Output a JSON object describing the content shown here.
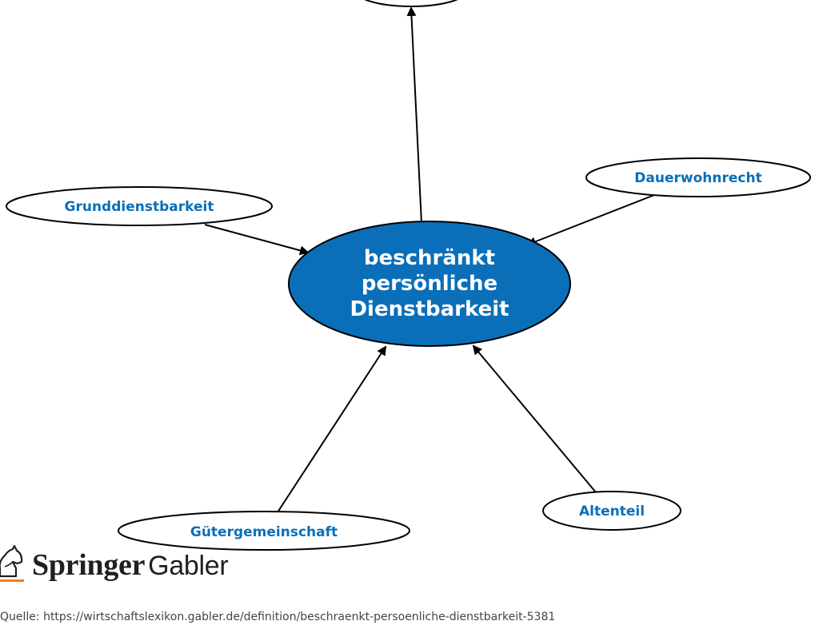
{
  "diagram": {
    "center": {
      "lines": [
        "beschränkt",
        "persönliche",
        "Dienstbarkeit"
      ],
      "fill": "#0a6fb8",
      "text_color": "#ffffff"
    },
    "nodes": [
      {
        "id": "top",
        "label": ""
      },
      {
        "id": "grunddienstbarkeit",
        "label": "Grunddienstbarkeit"
      },
      {
        "id": "dauerwohnrecht",
        "label": "Dauerwohnrecht"
      },
      {
        "id": "guetergemeinschaft",
        "label": "Gütergemeinschaft"
      },
      {
        "id": "altenteil",
        "label": "Altenteil"
      }
    ],
    "label_color": "#0a6fb8"
  },
  "logo": {
    "brand": "Springer",
    "sub": "Gabler",
    "accent_color": "#f47a20"
  },
  "footer": {
    "text": "Quelle: https://wirtschaftslexikon.gabler.de/definition/beschraenkt-persoenliche-dienstbarkeit-5381"
  }
}
